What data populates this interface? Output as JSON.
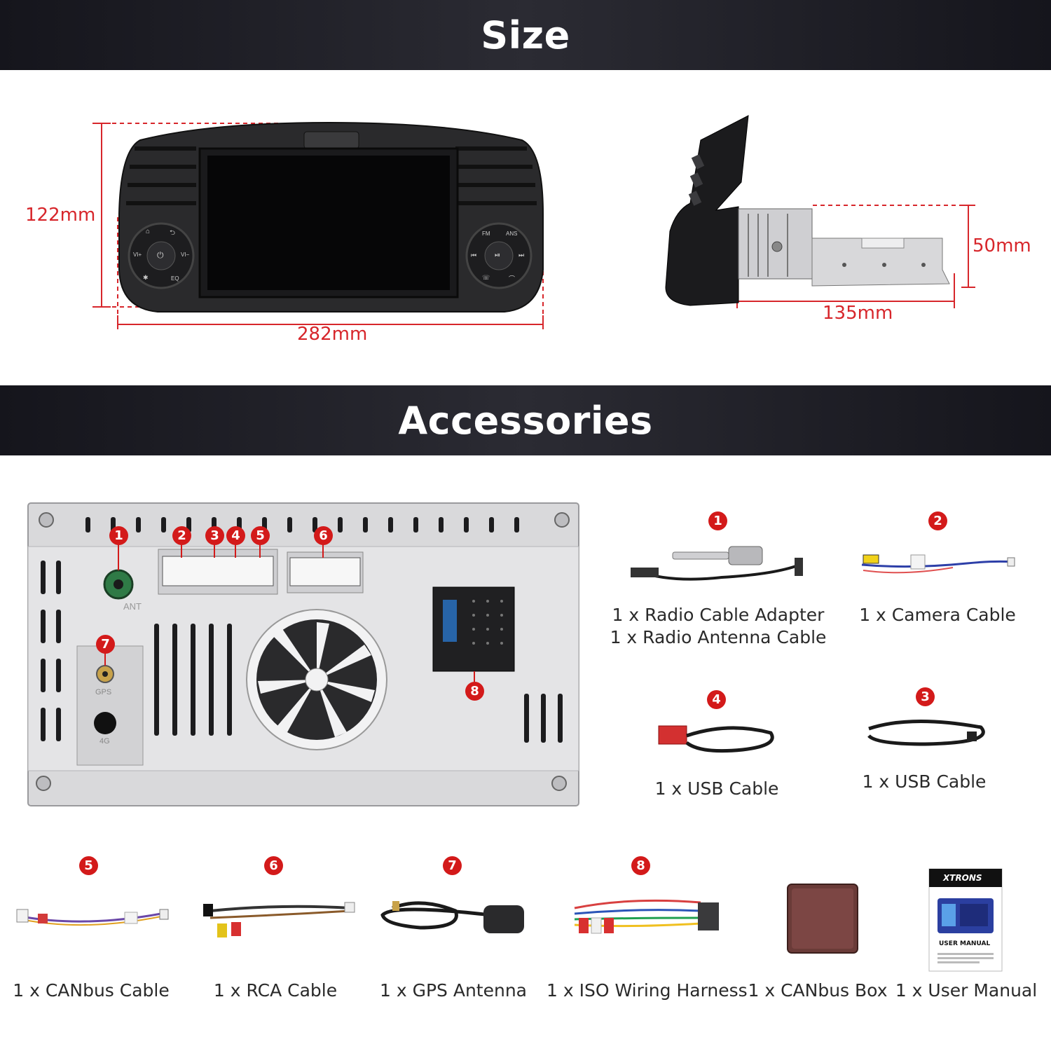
{
  "sections": {
    "size_title": "Size",
    "accessories_title": "Accessories"
  },
  "dimensions": {
    "height": "122mm",
    "width": "282mm",
    "depth_height": "50mm",
    "depth": "135mm"
  },
  "panel": {
    "port_labels": {
      "ant": "ANT",
      "gps": "GPS",
      "fourg": "4G"
    },
    "button_labels": {
      "left": [
        "⌂",
        "⮌",
        "VI+",
        "⏻",
        "VI−",
        "✱",
        "EQ"
      ],
      "right": [
        "FM",
        "ANS",
        "⏮",
        "⏯",
        "⏭",
        "☏",
        "⌒"
      ]
    },
    "badges": [
      "1",
      "2",
      "3",
      "4",
      "5",
      "6",
      "7",
      "8"
    ]
  },
  "accessories": [
    {
      "badge": "1",
      "lines": [
        "1 x Radio Cable Adapter",
        "1 x Radio Antenna Cable"
      ]
    },
    {
      "badge": "2",
      "lines": [
        "1 x Camera Cable"
      ]
    },
    {
      "badge": "4",
      "lines": [
        "1 x USB Cable"
      ]
    },
    {
      "badge": "3",
      "lines": [
        "1 x USB Cable"
      ]
    },
    {
      "badge": "5",
      "lines": [
        "1 x CANbus Cable"
      ]
    },
    {
      "badge": "6",
      "lines": [
        "1 x RCA Cable"
      ]
    },
    {
      "badge": "7",
      "lines": [
        "1 x GPS Antenna"
      ]
    },
    {
      "badge": "8",
      "lines": [
        "1 x ISO Wiring Harness"
      ]
    },
    {
      "badge": "",
      "lines": [
        "1 x CANbus Box"
      ]
    },
    {
      "badge": "",
      "lines": [
        "1 x User Manual"
      ]
    }
  ],
  "manual": {
    "brand": "XTRONS",
    "title": "USER MANUAL"
  },
  "colors": {
    "accent": "#d31a1a",
    "dimension": "#d7262b",
    "banner": "#1e1e25"
  }
}
